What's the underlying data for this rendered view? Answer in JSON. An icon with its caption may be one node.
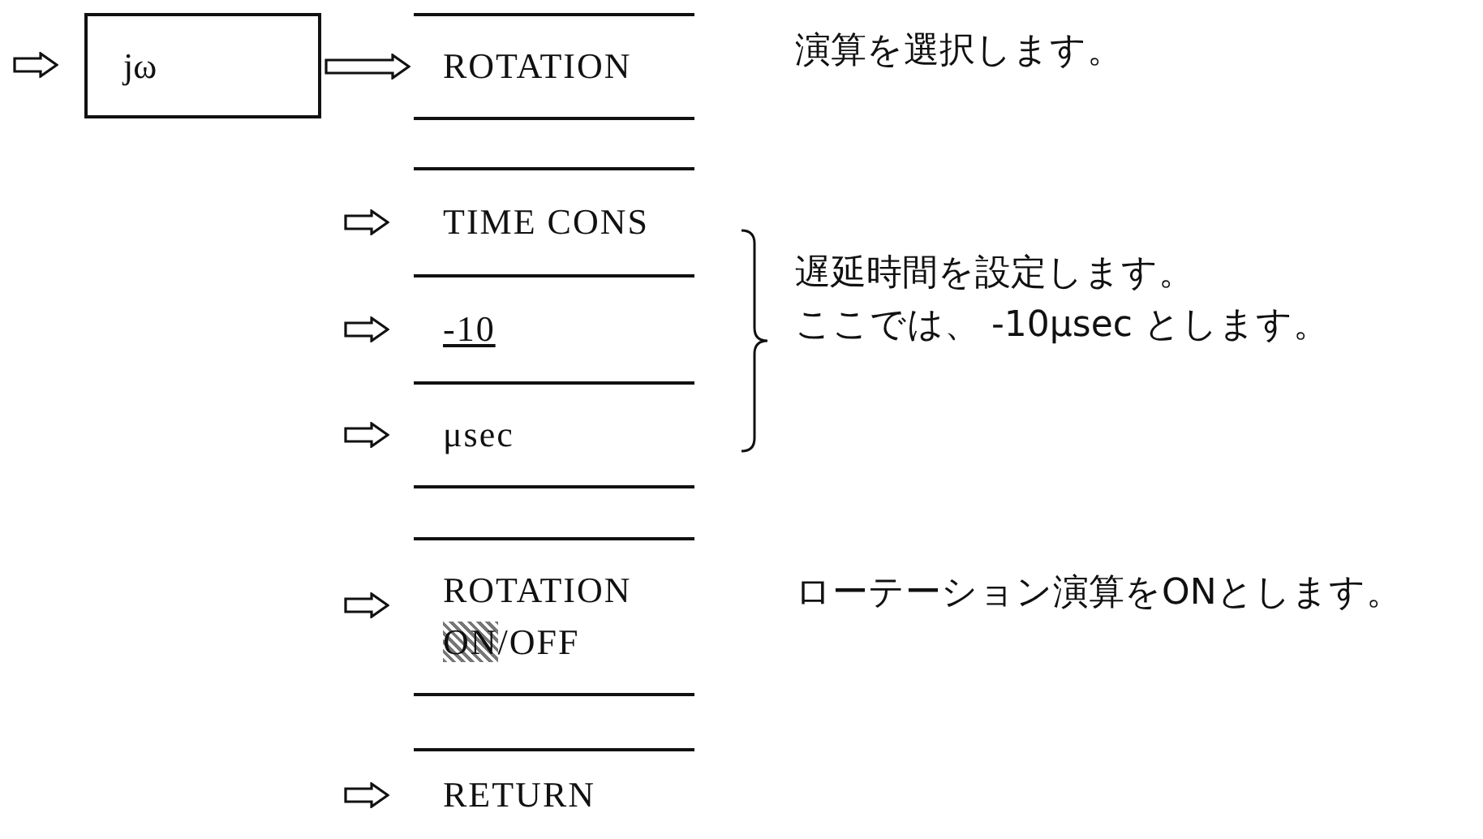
{
  "diagram": {
    "nodes": [
      {
        "text": [
          "jω"
        ]
      },
      {
        "text": [
          "ROTATION"
        ]
      },
      {
        "text": [
          "TIME CONS"
        ]
      },
      {
        "text": [
          "-10"
        ]
      },
      {
        "text": [
          "μsec"
        ]
      },
      {
        "text": [
          "ROTATION **ON**/OFF"
        ]
      },
      {
        "text": [
          "RETURN"
        ]
      }
    ],
    "edges": [
      {
        "from": 0,
        "to": 1,
        "arrow": "to"
      }
    ],
    "labels": [
      "演算を選択します。",
      "遅延時間を設定します。",
      "ここでは、 -10μsec とします。",
      "ローテーション演算をONとします。"
    ]
  }
}
